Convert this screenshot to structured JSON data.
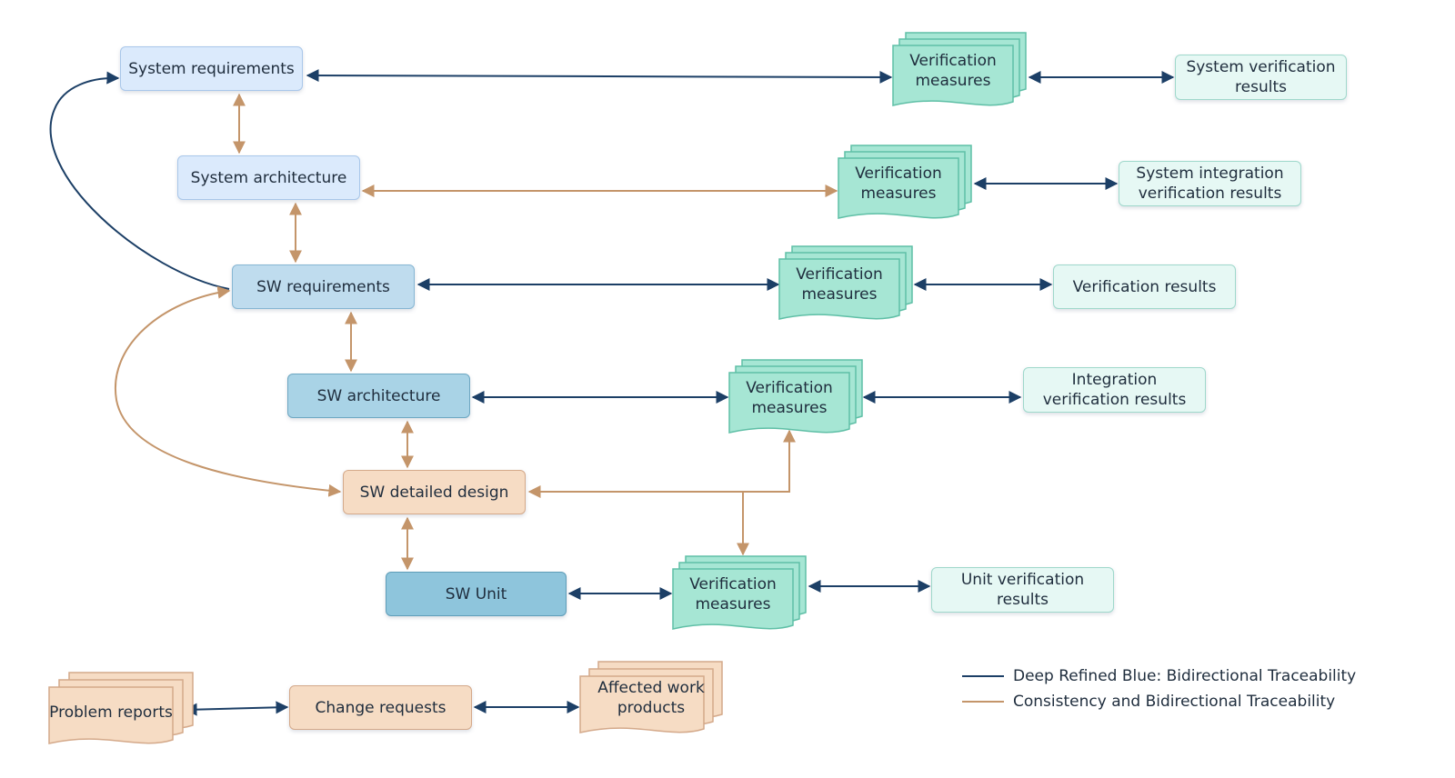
{
  "colors": {
    "navy": "#1c3f66",
    "tan": "#c4956a",
    "verify_fill": "#a6e6d4",
    "verify_stroke": "#5fbfa6",
    "tan_fill": "#f6dcc4",
    "tan_stroke": "#d4a98a"
  },
  "nodes": {
    "system_requirements": "System requirements",
    "system_architecture": "System architecture",
    "sw_requirements": "SW requirements",
    "sw_architecture": "SW architecture",
    "sw_detailed_design": "SW detailed design",
    "sw_unit": "SW Unit",
    "change_requests": "Change requests"
  },
  "verification_measures": [
    "Verification\nmeasures",
    "Verification\nmeasures",
    "Verification\nmeasures",
    "Verification\nmeasures",
    "Verification\nmeasures"
  ],
  "results": {
    "system_verification": "System verification\nresults",
    "system_integration": "System integration\nverification results",
    "verification": "Verification results",
    "integration": "Integration\nverification results",
    "unit": "Unit verification\nresults"
  },
  "documents": {
    "problem_reports": "Problem reports",
    "affected_work_products": "Affected work\nproducts"
  },
  "legend": {
    "blue": "Deep Refined Blue: Bidirectional Traceability",
    "tan": "Consistency and Bidirectional Traceability"
  }
}
